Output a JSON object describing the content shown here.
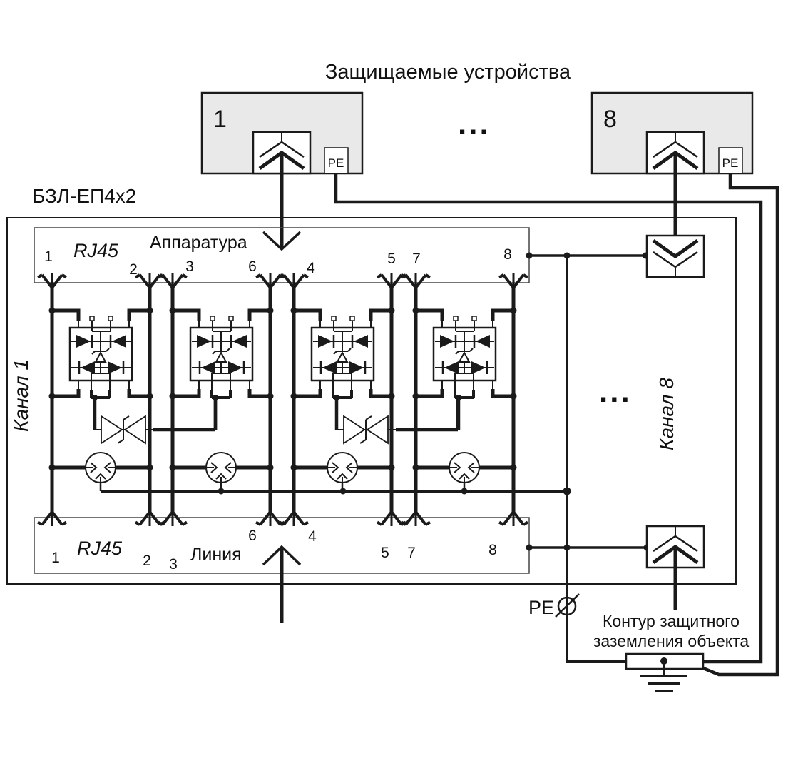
{
  "title": "Защищаемые устройства",
  "protected_devices": {
    "device1_label": "1",
    "device8_label": "8",
    "pe_label": "PE",
    "ellipsis": "..."
  },
  "module": {
    "label": "БЗЛ-ЕП4х2",
    "rj45_top": {
      "name": "RJ45",
      "section_label": "Аппаратура",
      "pins": [
        "1",
        "2",
        "3",
        "6",
        "4",
        "5",
        "7",
        "8"
      ]
    },
    "rj45_bottom": {
      "name": "RJ45",
      "section_label": "Линия",
      "pins": [
        "1",
        "2",
        "3",
        "6",
        "4",
        "5",
        "7",
        "8"
      ]
    },
    "channel_first_label": "Канал 1",
    "channel_last_label": "Канал 8",
    "ellipsis": "..."
  },
  "ground": {
    "pe_terminal_label": "PE",
    "caption_line1": "Контур защитного",
    "caption_line2": "заземления объекта"
  },
  "colors": {
    "line": "#1a1a1a",
    "device_fill": "#e9e9e9",
    "background": "#ffffff"
  }
}
